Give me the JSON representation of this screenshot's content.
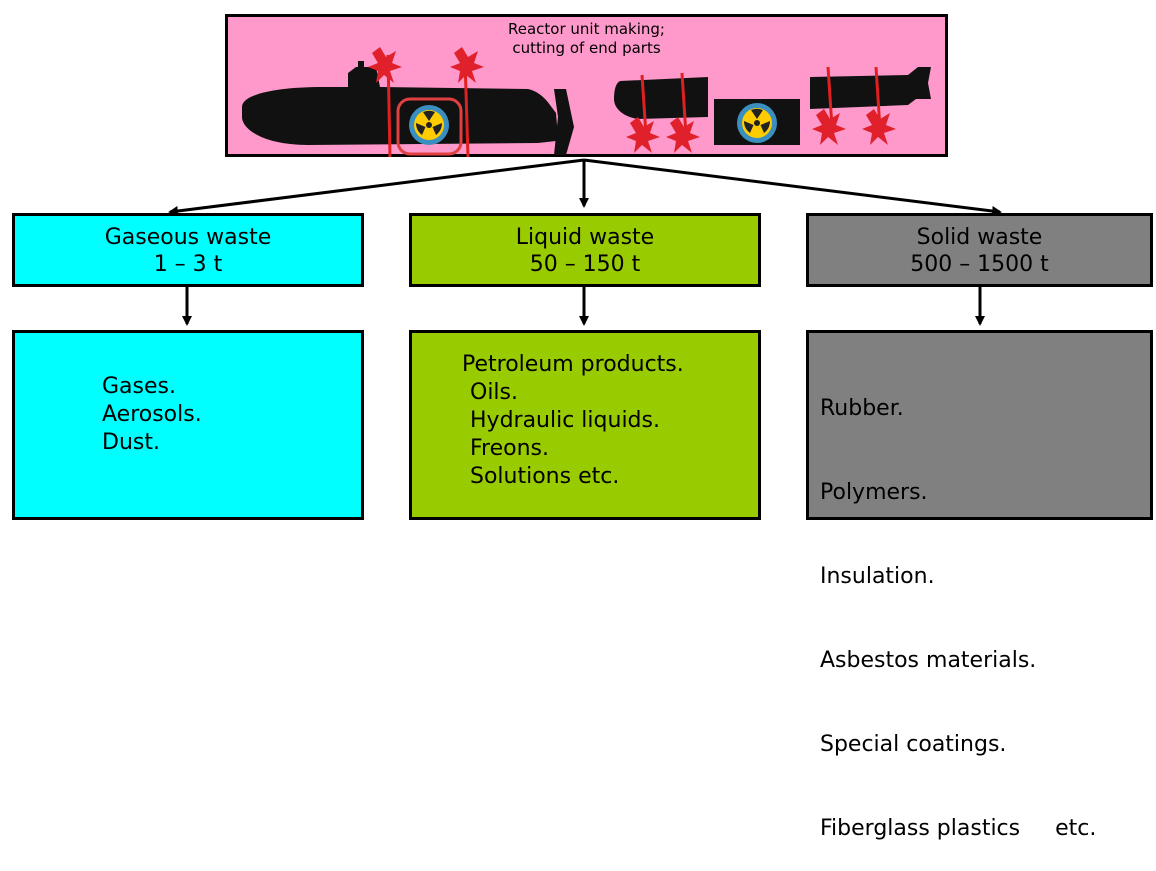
{
  "top": {
    "title_line1": "Reactor unit making;",
    "title_line2": "cutting of end parts",
    "bg": "#ff99cc",
    "icon": "radiation-icon"
  },
  "categories": [
    {
      "name": "Gaseous waste",
      "mass": "1 – 3 t",
      "color": "#00ffff",
      "items": [
        "Gases.",
        "Aerosols.",
        "Dust."
      ]
    },
    {
      "name": "Liquid waste",
      "mass": "50 – 150 t",
      "color": "#99cc00",
      "items": [
        "Petroleum products.",
        "Oils.",
        "Hydraulic liquids.",
        "Freons.",
        "Solutions etc."
      ]
    },
    {
      "name": "Solid waste",
      "mass": "500 – 1500 t",
      "color": "#808080",
      "items": [
        "Rubber.",
        "Polymers.",
        "Insulation.",
        "Asbestos materials.",
        "Special coatings.",
        "Fiberglass plastics     etc."
      ]
    }
  ]
}
